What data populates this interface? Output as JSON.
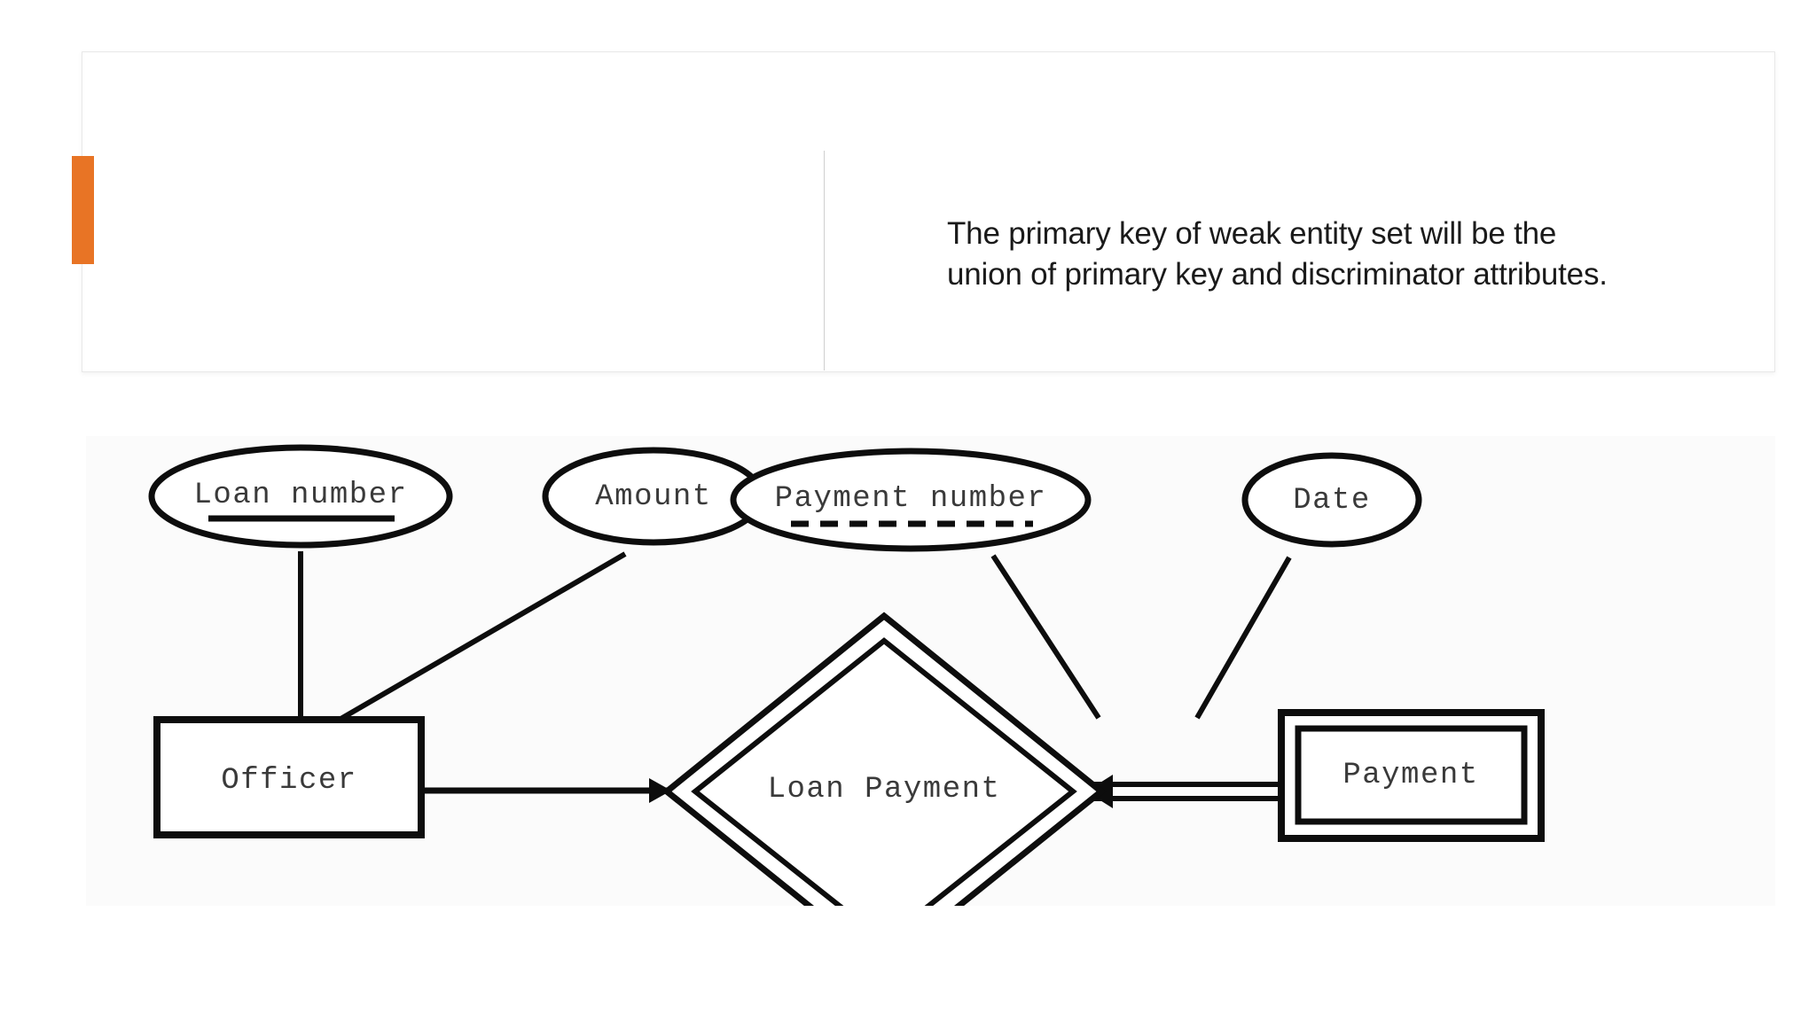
{
  "callout": {
    "text": "The primary key of weak entity set will be the\nunion of primary key and discriminator attributes.",
    "accent_color": "#e87425",
    "divider_color": "#cfcfcf",
    "card_border_color": "#e8e8e8"
  },
  "diagram": {
    "type": "er-diagram",
    "title": "",
    "panel_background": "#fbfbfb",
    "stroke_color": "#0d0d0d",
    "text_color": "#3a3a3a",
    "entities": [
      {
        "id": "officer",
        "label": "Officer",
        "shape": "rectangle",
        "kind": "strong-entity"
      },
      {
        "id": "payment",
        "label": "Payment",
        "shape": "double-rectangle",
        "kind": "weak-entity"
      }
    ],
    "relationships": [
      {
        "id": "loan-payment",
        "label": "Loan Payment",
        "shape": "double-diamond",
        "kind": "identifying-relationship"
      }
    ],
    "attributes": [
      {
        "id": "loan-number",
        "label": "Loan number",
        "shape": "ellipse",
        "underline": "solid",
        "kind": "primary-key",
        "owner": "officer"
      },
      {
        "id": "amount",
        "label": "Amount",
        "shape": "ellipse",
        "underline": "none",
        "kind": "simple-attribute",
        "owner": "officer"
      },
      {
        "id": "payment-number",
        "label": "Payment number",
        "shape": "ellipse",
        "underline": "dashed",
        "kind": "discriminator",
        "owner": "payment"
      },
      {
        "id": "date",
        "label": "Date",
        "shape": "ellipse",
        "underline": "none",
        "kind": "simple-attribute",
        "owner": "payment"
      }
    ],
    "connectors": [
      {
        "id": "officer-to-loan-payment",
        "from": "officer",
        "to": "loan-payment",
        "style": "single-line",
        "arrow": "to-relationship"
      },
      {
        "id": "payment-to-loan-payment",
        "from": "payment",
        "to": "loan-payment",
        "style": "double-line",
        "arrow": "to-relationship",
        "participation": "total"
      },
      {
        "id": "loan-number-to-officer",
        "from": "loan-number",
        "to": "officer",
        "style": "single-line"
      },
      {
        "id": "amount-to-officer",
        "from": "amount",
        "to": "officer",
        "style": "single-line"
      },
      {
        "id": "payment-number-to-payment",
        "from": "payment-number",
        "to": "payment",
        "style": "single-line"
      },
      {
        "id": "date-to-payment",
        "from": "date",
        "to": "payment",
        "style": "single-line"
      }
    ]
  }
}
